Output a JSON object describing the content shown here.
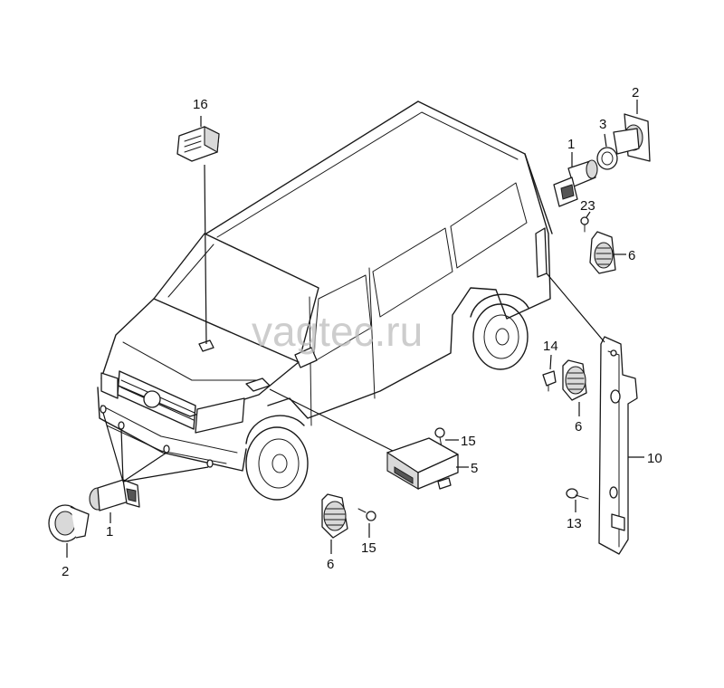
{
  "watermark": "vagtec.ru",
  "callouts": {
    "c16": "16",
    "c2_top": "2",
    "c3": "3",
    "c1_top": "1",
    "c23": "23",
    "c6_top": "6",
    "c14": "14",
    "c6_mid": "6",
    "c10": "10",
    "c15_mid": "15",
    "c5": "5",
    "c13": "13",
    "c1_bottom": "1",
    "c2_bottom": "2",
    "c6_bottom": "6",
    "c15_bottom": "15"
  }
}
